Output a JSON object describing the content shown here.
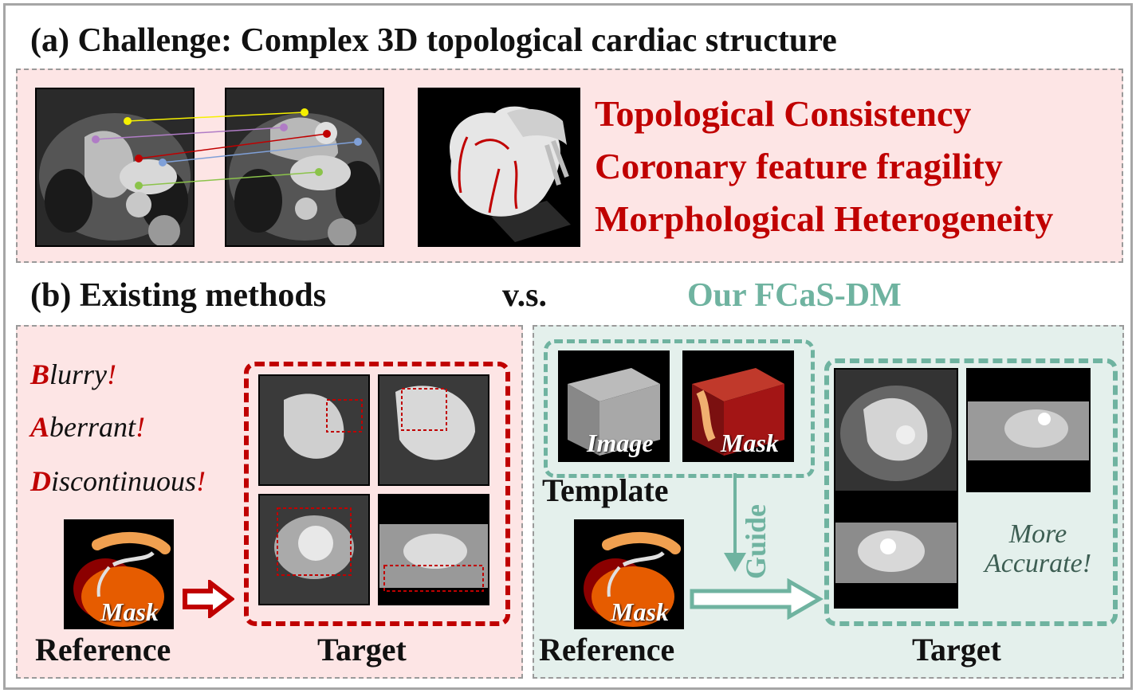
{
  "section_a": {
    "title": "(a) Challenge: Complex 3D topological cardiac structure",
    "challenges": [
      "Topological Consistency",
      "Coronary feature fragility",
      "Morphological Heterogeneity"
    ]
  },
  "section_b": {
    "existing_label": "(b) Existing methods",
    "vs_label": "v.s.",
    "ours_label": "Our FCaS-DM",
    "ours_color": "#6fb3a0",
    "accent_red": "#c00000",
    "existing": {
      "issues": [
        {
          "cap": "B",
          "rest": "lurry",
          "bang": "!"
        },
        {
          "cap": "A",
          "rest": "berrant",
          "bang": "!"
        },
        {
          "cap": "D",
          "rest": "iscontinuous",
          "bang": "!"
        }
      ],
      "mask_label": "Mask",
      "reference_label": "Reference",
      "target_label": "Target"
    },
    "ours": {
      "image_label": "Image",
      "mask_label": "Mask",
      "template_label": "Template",
      "guide_label": "Guide",
      "reference_label": "Reference",
      "mask2_label": "Mask",
      "target_label": "Target",
      "accurate_line1": "More",
      "accurate_line2": "Accurate!"
    }
  }
}
